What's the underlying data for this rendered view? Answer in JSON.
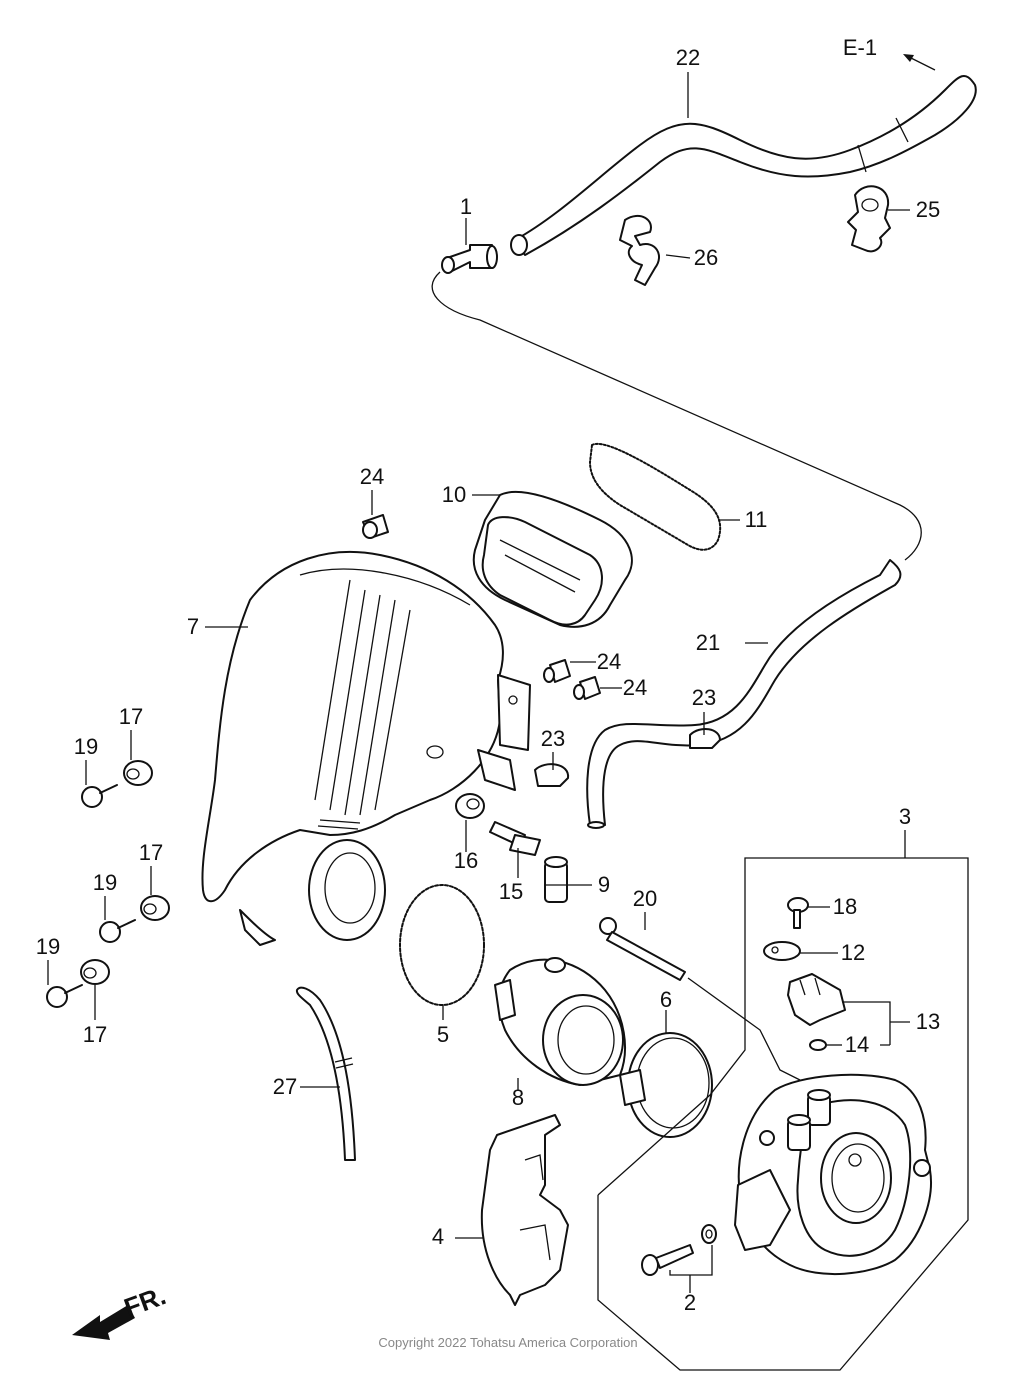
{
  "callouts": [
    {
      "id": "1",
      "label": "1"
    },
    {
      "id": "2",
      "label": "2"
    },
    {
      "id": "3",
      "label": "3"
    },
    {
      "id": "4",
      "label": "4"
    },
    {
      "id": "5",
      "label": "5"
    },
    {
      "id": "6",
      "label": "6"
    },
    {
      "id": "7",
      "label": "7"
    },
    {
      "id": "8",
      "label": "8"
    },
    {
      "id": "9",
      "label": "9"
    },
    {
      "id": "10",
      "label": "10"
    },
    {
      "id": "11",
      "label": "11"
    },
    {
      "id": "12",
      "label": "12"
    },
    {
      "id": "13",
      "label": "13"
    },
    {
      "id": "14",
      "label": "14"
    },
    {
      "id": "15",
      "label": "15"
    },
    {
      "id": "16",
      "label": "16"
    },
    {
      "id": "17a",
      "label": "17"
    },
    {
      "id": "17b",
      "label": "17"
    },
    {
      "id": "17c",
      "label": "17"
    },
    {
      "id": "18",
      "label": "18"
    },
    {
      "id": "19a",
      "label": "19"
    },
    {
      "id": "19b",
      "label": "19"
    },
    {
      "id": "19c",
      "label": "19"
    },
    {
      "id": "20",
      "label": "20"
    },
    {
      "id": "21",
      "label": "21"
    },
    {
      "id": "22",
      "label": "22"
    },
    {
      "id": "23a",
      "label": "23"
    },
    {
      "id": "23b",
      "label": "23"
    },
    {
      "id": "24a",
      "label": "24"
    },
    {
      "id": "24b",
      "label": "24"
    },
    {
      "id": "24c",
      "label": "24"
    },
    {
      "id": "25",
      "label": "25"
    },
    {
      "id": "26",
      "label": "26"
    },
    {
      "id": "27",
      "label": "27"
    }
  ],
  "reference_label": "E-1",
  "front_marker": "FR.",
  "copyright": "Copyright 2022 Tohatsu America Corporation"
}
